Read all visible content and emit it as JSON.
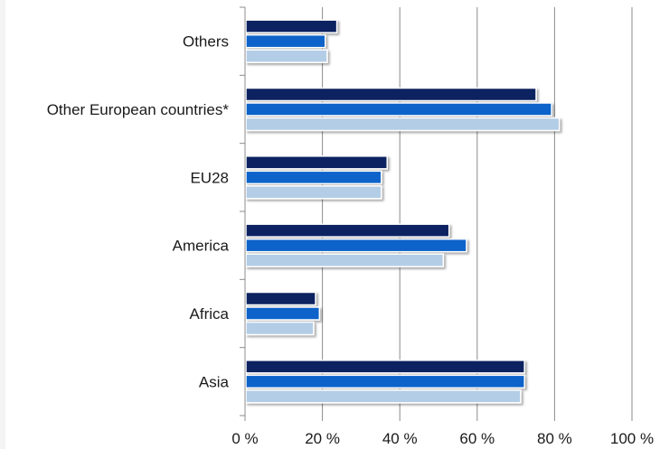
{
  "chart_data": {
    "type": "bar",
    "orientation": "horizontal",
    "title": "",
    "xlabel": "",
    "ylabel": "",
    "categories": [
      "Others",
      "Other European countries*",
      "EU28",
      "America",
      "Africa",
      "Asia"
    ],
    "series": [
      {
        "color": "#0c2461",
        "values": [
          23.5,
          75,
          36.5,
          52.5,
          18,
          72
        ]
      },
      {
        "color": "#0d63c9",
        "values": [
          20.5,
          79,
          35,
          57,
          19,
          72
        ]
      },
      {
        "color": "#b3cde6",
        "values": [
          21,
          81,
          35,
          51,
          17.5,
          71
        ]
      }
    ],
    "xlim": [
      0,
      100
    ],
    "x_ticks": [
      "0 %",
      "20 %",
      "40 %",
      "60 %",
      "80 %",
      "100 %"
    ],
    "grid": "vertical",
    "legend": "none"
  }
}
